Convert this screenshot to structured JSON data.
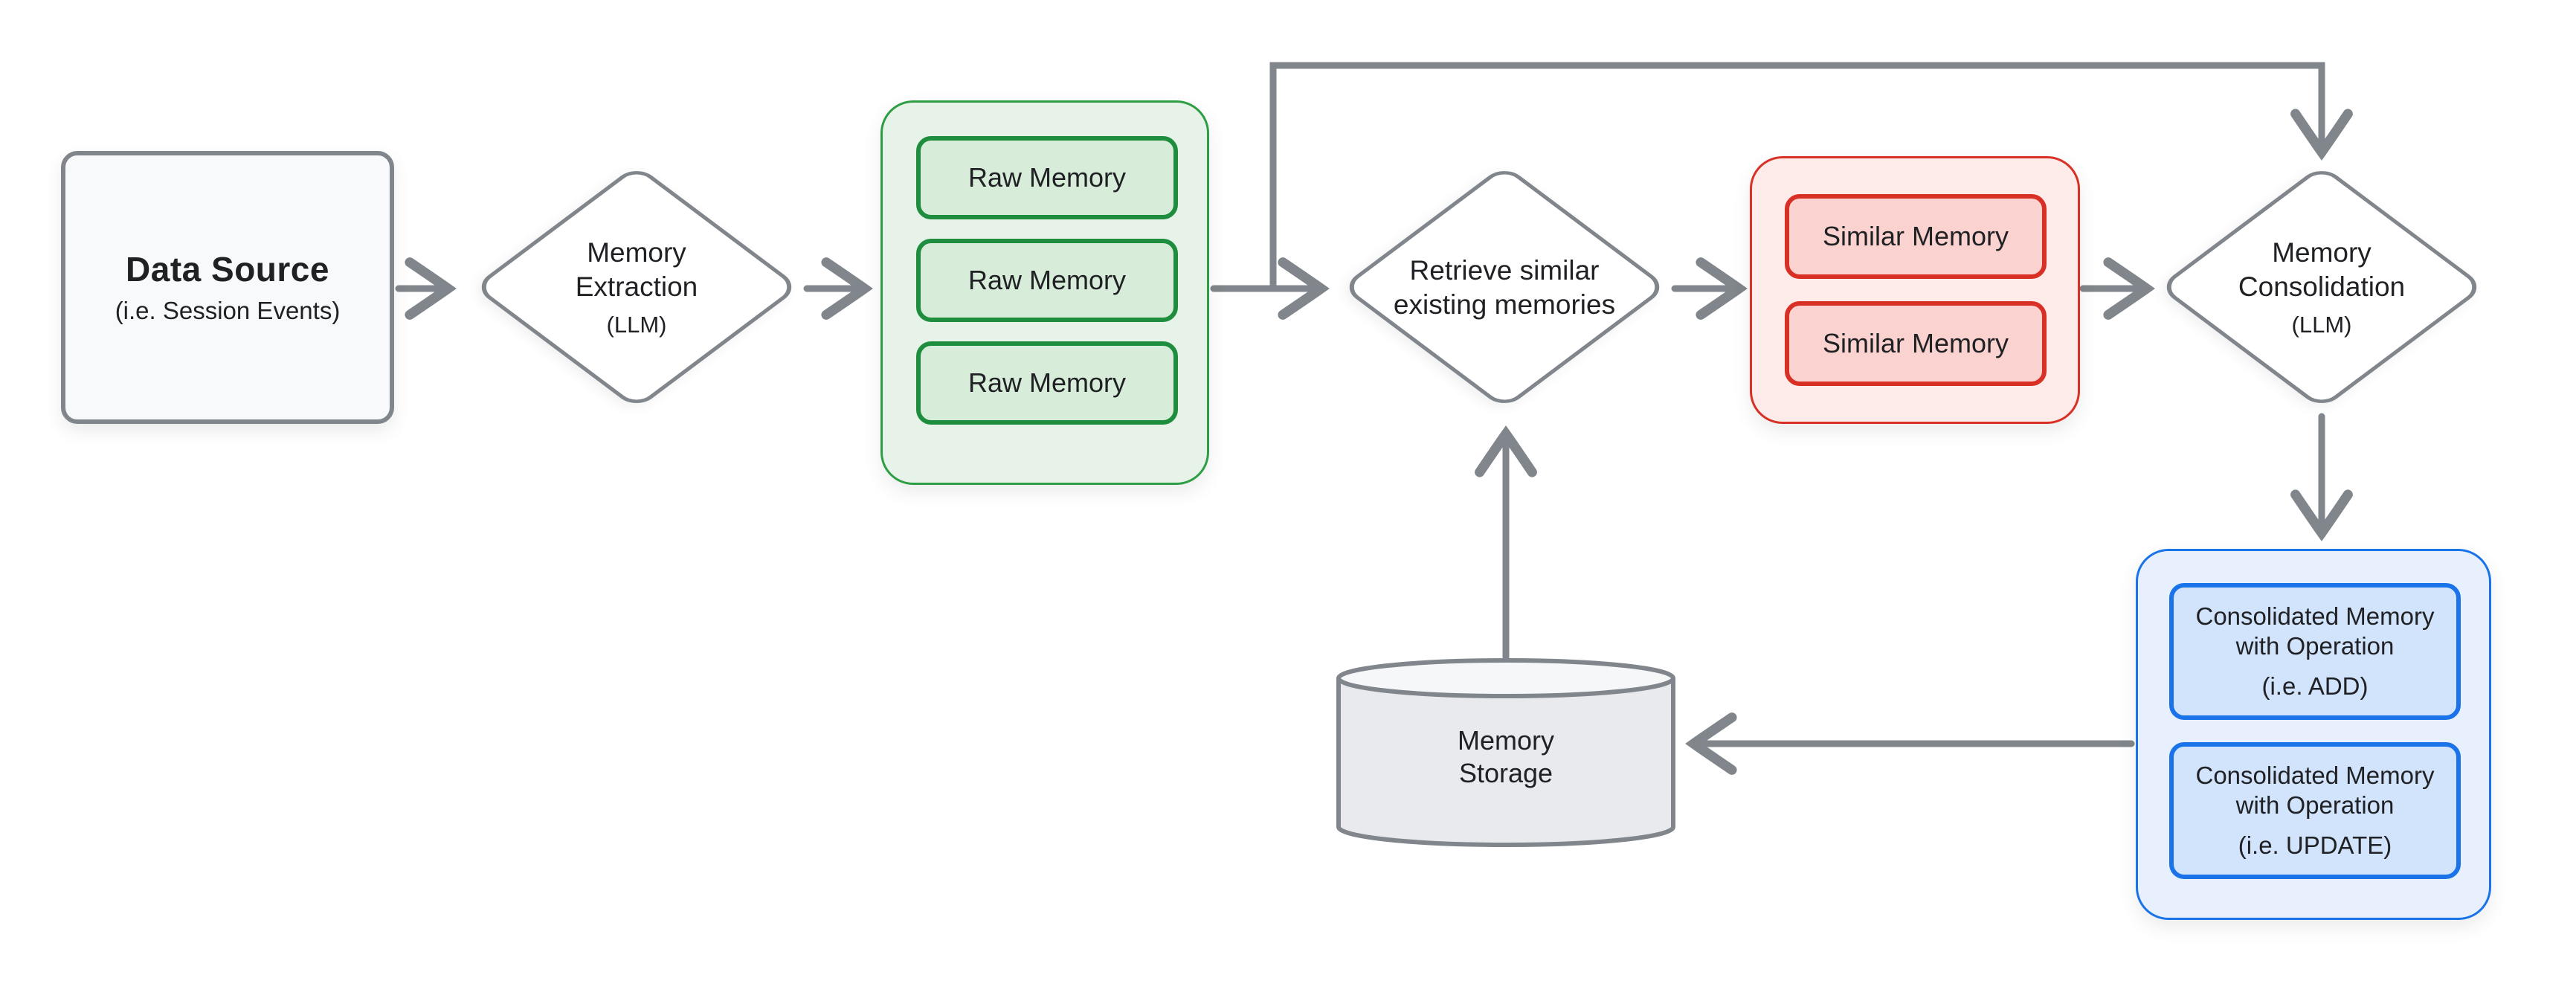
{
  "diagram": {
    "background": "#ffffff",
    "connector_color": "#80868b",
    "text_color": "#202124",
    "nodes": {
      "data_source": {
        "title": "Data Source",
        "subtitle": "(i.e. Session Events)",
        "fill": "#f8f9fa",
        "border": "#80868b"
      },
      "memory_extraction": {
        "shape": "diamond",
        "title": "Memory Extraction",
        "subtitle": "(LLM)"
      },
      "raw_memory_group": {
        "accent": "#1e8e3e",
        "container_fill": "#e7f3e8",
        "container_border": "#2e9e44",
        "item_fill": "#d7ecd9",
        "items": [
          "Raw Memory",
          "Raw Memory",
          "Raw Memory"
        ]
      },
      "retrieve_similar": {
        "shape": "diamond",
        "title": "Retrieve similar existing memories"
      },
      "similar_memory_group": {
        "accent": "#d93025",
        "container_fill": "#fcebe9",
        "item_fill": "#fad2cf",
        "items": [
          "Similar Memory",
          "Similar Memory"
        ]
      },
      "memory_consolidation": {
        "shape": "diamond",
        "title": "Memory Consolidation",
        "subtitle": "(LLM)"
      },
      "consolidated_group": {
        "accent": "#1a73e8",
        "container_fill": "#e8f0fe",
        "item_fill": "#d2e3fc",
        "items": [
          {
            "title": "Consolidated Memory with Operation",
            "subtitle": "(i.e. ADD)"
          },
          {
            "title": "Consolidated Memory with Operation",
            "subtitle": "(i.e. UPDATE)"
          }
        ]
      },
      "memory_storage": {
        "shape": "cylinder",
        "title": "Memory Storage",
        "fill": "#e8eaed",
        "top_fill": "#f6f7f8"
      }
    }
  }
}
